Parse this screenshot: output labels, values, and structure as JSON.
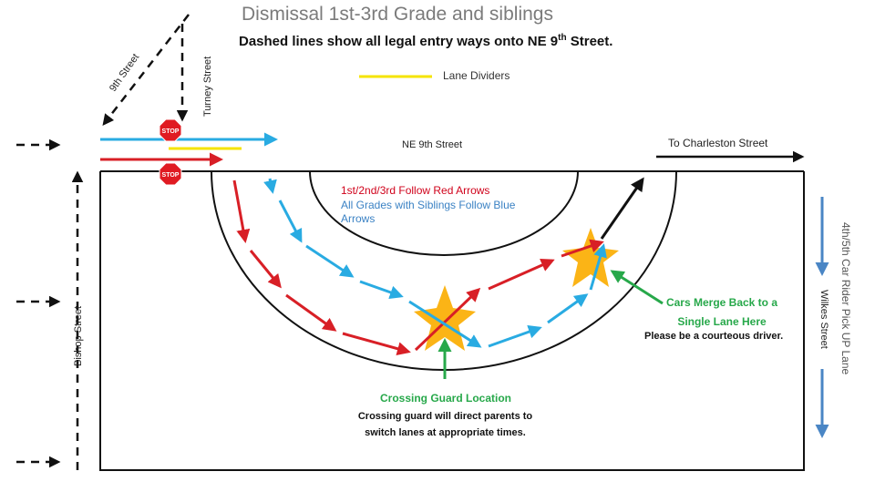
{
  "title": "Dismissal 1st-3rd Grade and siblings",
  "subtitle": {
    "text": "Dashed lines show all legal entry ways onto NE 9",
    "sup": "th",
    "suffix": " Street."
  },
  "legend": {
    "label": "Lane Dividers",
    "color": "#f5e400"
  },
  "streets": {
    "ninth": "9th Street",
    "turney": "Turney Street",
    "ne9": "NE 9th Street",
    "charleston": "To Charleston Street",
    "bishop": "Bishop Street",
    "wilkes": "Wilkes Street"
  },
  "lane_4_5": "4th/5th Car Rider Pick UP Lane",
  "instructions": {
    "red": "1st/2nd/3rd Follow Red Arrows",
    "blue": "All Grades with Siblings Follow Blue Arrows"
  },
  "crossing_guard": {
    "title": "Crossing Guard Location",
    "description": "Crossing guard will direct parents to switch lanes at appropriate times."
  },
  "merge": {
    "title": "Cars Merge Back to a Single Lane Here",
    "note": "Please be a courteous driver."
  },
  "stop_sign": "STOP",
  "colors": {
    "red_route": "#d81f26",
    "blue_route": "#29abe2",
    "green_note": "#27a84a",
    "star": "#fbb416",
    "side_lane_arrow": "#4a86c5"
  },
  "icons": [
    "stop-sign-icon",
    "star-icon",
    "arrow-icon"
  ]
}
